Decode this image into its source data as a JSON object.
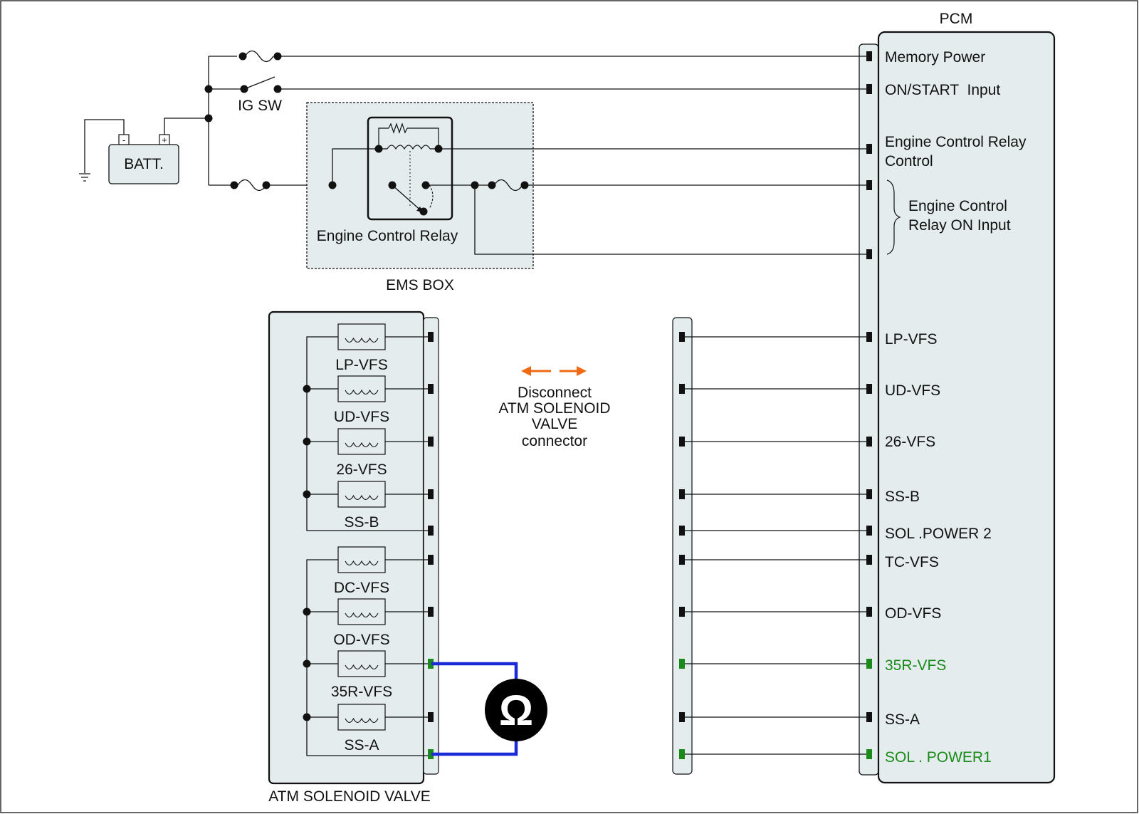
{
  "pcm": {
    "title": "PCM",
    "pins": {
      "memory_power": "Memory Power",
      "on_start_input": "ON/START  Input",
      "ecr_control_line1": "Engine Control Relay",
      "ecr_control_line2": "Control",
      "ecr_on_input_line1": "Engine Control",
      "ecr_on_input_line2": "Relay ON Input",
      "lp_vfs": "LP-VFS",
      "ud_vfs": "UD-VFS",
      "vfs_26": "26-VFS",
      "ss_b": "SS-B",
      "sol_power2": "SOL .POWER 2",
      "tc_vfs": "TC-VFS",
      "od_vfs": "OD-VFS",
      "vfs_35r": "35R-VFS",
      "ss_a": "SS-A",
      "sol_power1": "SOL . POWER1"
    }
  },
  "battery": {
    "label": "BATT.",
    "neg": "-",
    "pos": "+"
  },
  "ig_switch": {
    "label": "IG SW"
  },
  "ems_box": {
    "label": "EMS BOX",
    "relay_label": "Engine Control Relay"
  },
  "atm_valve": {
    "label": "ATM SOLENOID VALVE",
    "solenoids": {
      "lp_vfs": "LP-VFS",
      "ud_vfs": "UD-VFS",
      "vfs_26": "26-VFS",
      "ss_b": "SS-B",
      "dc_vfs": "DC-VFS",
      "od_vfs": "OD-VFS",
      "vfs_35r": "35R-VFS",
      "ss_a": "SS-A"
    }
  },
  "disconnect_note": {
    "line1": "Disconnect",
    "line2": "ATM SOLENOID",
    "line3": "VALVE",
    "line4": "connector"
  },
  "ohmmeter": {
    "symbol": "Ω"
  },
  "colors": {
    "highlight_text": "#1a8a1a",
    "highlight_pin": "#1a8a1a",
    "probe_wire": "#1a2ad6",
    "arrow": "#f06a14",
    "panel": "#e5eced",
    "pin": "#111111"
  }
}
